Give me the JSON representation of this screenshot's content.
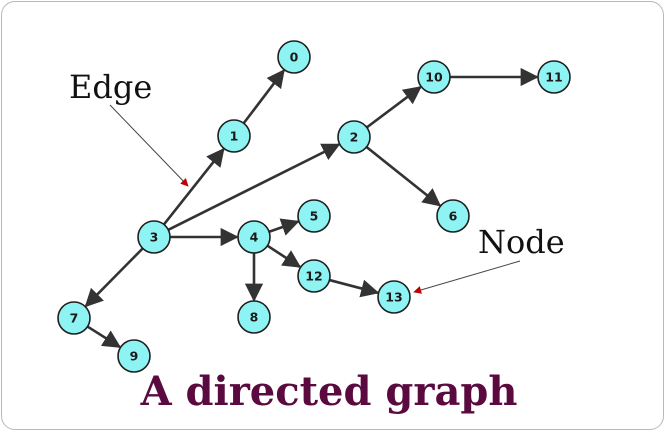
{
  "colors": {
    "node_fill": "#8ef3f3",
    "node_stroke": "#1e1e1e",
    "edge": "#333333",
    "annotation_arrow": "#c00000",
    "title": "#5a0a3f"
  },
  "graph": {
    "type": "directed",
    "nodes": [
      "0",
      "1",
      "2",
      "3",
      "4",
      "5",
      "6",
      "7",
      "8",
      "9",
      "10",
      "11",
      "12",
      "13"
    ],
    "edges": [
      [
        "1",
        "0"
      ],
      [
        "3",
        "1"
      ],
      [
        "3",
        "2"
      ],
      [
        "3",
        "4"
      ],
      [
        "3",
        "7"
      ],
      [
        "2",
        "10"
      ],
      [
        "10",
        "11"
      ],
      [
        "2",
        "6"
      ],
      [
        "4",
        "5"
      ],
      [
        "4",
        "12"
      ],
      [
        "4",
        "8"
      ],
      [
        "12",
        "13"
      ],
      [
        "7",
        "9"
      ]
    ]
  },
  "annotations": {
    "edge_label": "Edge",
    "node_label": "Node"
  },
  "caption": "A directed graph"
}
